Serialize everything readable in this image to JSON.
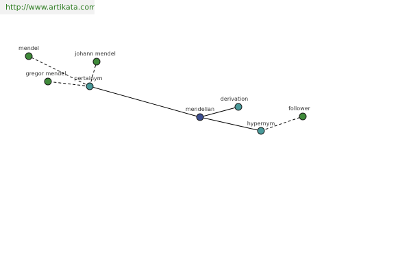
{
  "site": {
    "url": "http://www.artikata.com"
  },
  "colors": {
    "center": "#3b4d8f",
    "relation": "#4a9a9a",
    "word": "#3f8a3a",
    "banner_text": "#2e7d22",
    "banner_bg": "#f2f2f2"
  },
  "graph": {
    "nodes": {
      "mendelian": {
        "label": "mendelian",
        "kind": "center"
      },
      "pertainym": {
        "label": "pertainym",
        "kind": "relation"
      },
      "derivation": {
        "label": "derivation",
        "kind": "relation"
      },
      "hypernym": {
        "label": "hypernym",
        "kind": "relation"
      },
      "mendel": {
        "label": "mendel",
        "kind": "word"
      },
      "johann_mendel": {
        "label": "johann mendel",
        "kind": "word"
      },
      "gregor_mendel": {
        "label": "gregor mendel",
        "kind": "word"
      },
      "follower": {
        "label": "follower",
        "kind": "word"
      }
    },
    "edges": [
      {
        "from": "mendelian",
        "to": "pertainym",
        "style": "solid"
      },
      {
        "from": "mendelian",
        "to": "derivation",
        "style": "solid"
      },
      {
        "from": "mendelian",
        "to": "hypernym",
        "style": "solid"
      },
      {
        "from": "pertainym",
        "to": "mendel",
        "style": "dashed"
      },
      {
        "from": "pertainym",
        "to": "johann_mendel",
        "style": "dashed"
      },
      {
        "from": "pertainym",
        "to": "gregor_mendel",
        "style": "dashed"
      },
      {
        "from": "hypernym",
        "to": "follower",
        "style": "dashed"
      }
    ]
  }
}
